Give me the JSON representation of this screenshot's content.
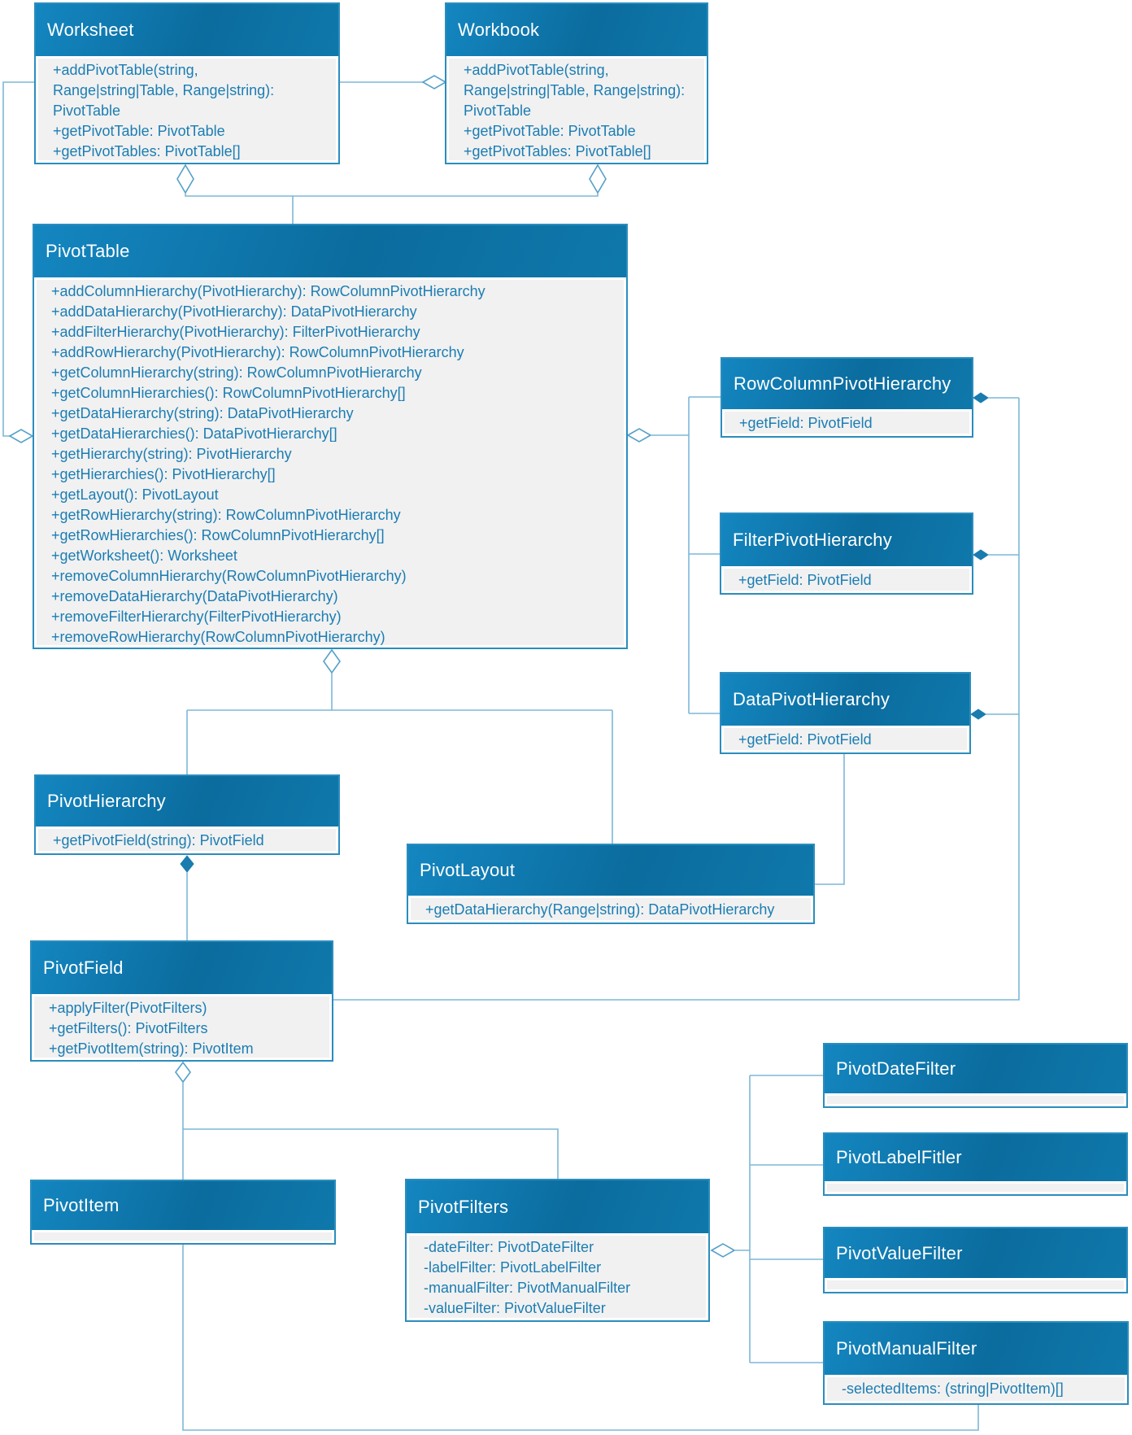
{
  "diagram_type": "uml-class-diagram",
  "colors": {
    "header_gradient_start": "#1486c0",
    "header_gradient_end": "#0f78ab",
    "box_border": "#2b8dbd",
    "body_background": "#f1f1f1",
    "member_text": "#1b7db3",
    "title_text": "#ffffff",
    "connector": "#7db7d7",
    "composition_diamond_fill": "#1a7cae",
    "aggregation_diamond_fill": "#ffffff"
  },
  "classes": {
    "worksheet": {
      "name": "Worksheet",
      "members": [
        "+addPivotTable(string,",
        "Range|string|Table, Range|string):",
        "PivotTable",
        "+getPivotTable: PivotTable",
        "+getPivotTables: PivotTable[]"
      ]
    },
    "workbook": {
      "name": "Workbook",
      "members": [
        "+addPivotTable(string,",
        "Range|string|Table, Range|string):",
        "PivotTable",
        "+getPivotTable: PivotTable",
        "+getPivotTables: PivotTable[]"
      ]
    },
    "pivot_table": {
      "name": "PivotTable",
      "members": [
        "+addColumnHierarchy(PivotHierarchy): RowColumnPivotHierarchy",
        "+addDataHierarchy(PivotHierarchy): DataPivotHierarchy",
        "+addFilterHierarchy(PivotHierarchy): FilterPivotHierarchy",
        "+addRowHierarchy(PivotHierarchy): RowColumnPivotHierarchy",
        "+getColumnHierarchy(string): RowColumnPivotHierarchy",
        "+getColumnHierarchies(): RowColumnPivotHierarchy[]",
        "+getDataHierarchy(string): DataPivotHierarchy",
        "+getDataHierarchies(): DataPivotHierarchy[]",
        "+getHierarchy(string): PivotHierarchy",
        "+getHierarchies(): PivotHierarchy[]",
        "+getLayout(): PivotLayout",
        "+getRowHierarchy(string): RowColumnPivotHierarchy",
        "+getRowHierarchies(): RowColumnPivotHierarchy[]",
        "+getWorksheet(): Worksheet",
        "+removeColumnHierarchy(RowColumnPivotHierarchy)",
        "+removeDataHierarchy(DataPivotHierarchy)",
        "+removeFilterHierarchy(FilterPivotHierarchy)",
        "+removeRowHierarchy(RowColumnPivotHierarchy)"
      ]
    },
    "row_column_pivot_hierarchy": {
      "name": "RowColumnPivotHierarchy",
      "members": [
        "+getField: PivotField"
      ]
    },
    "filter_pivot_hierarchy": {
      "name": "FilterPivotHierarchy",
      "members": [
        "+getField: PivotField"
      ]
    },
    "data_pivot_hierarchy": {
      "name": "DataPivotHierarchy",
      "members": [
        "+getField: PivotField"
      ]
    },
    "pivot_hierarchy": {
      "name": "PivotHierarchy",
      "members": [
        "+getPivotField(string): PivotField"
      ]
    },
    "pivot_layout": {
      "name": "PivotLayout",
      "members": [
        "+getDataHierarchy(Range|string): DataPivotHierarchy"
      ]
    },
    "pivot_field": {
      "name": "PivotField",
      "members": [
        "+applyFilter(PivotFilters)",
        "+getFilters(): PivotFilters",
        "+getPivotItem(string): PivotItem"
      ]
    },
    "pivot_item": {
      "name": "PivotItem",
      "members": []
    },
    "pivot_filters": {
      "name": "PivotFilters",
      "members": [
        "-dateFilter: PivotDateFilter",
        "-labelFilter: PivotLabelFilter",
        "-manualFilter: PivotManualFilter",
        "-valueFilter: PivotValueFilter"
      ]
    },
    "pivot_date_filter": {
      "name": "PivotDateFilter",
      "members": []
    },
    "pivot_label_fitler": {
      "name": "PivotLabelFitler",
      "members": []
    },
    "pivot_value_filter": {
      "name": "PivotValueFilter",
      "members": []
    },
    "pivot_manual_filter": {
      "name": "PivotManualFilter",
      "members": [
        "-selectedItems: (string|PivotItem)[]"
      ]
    }
  },
  "relationships": [
    {
      "from": "Workbook",
      "to": "Worksheet",
      "type": "aggregation",
      "diamond_at": "Workbook"
    },
    {
      "from": "Worksheet",
      "to": "PivotTable",
      "type": "aggregation",
      "diamond_at": "Worksheet"
    },
    {
      "from": "Workbook",
      "to": "PivotTable",
      "type": "aggregation",
      "diamond_at": "Workbook"
    },
    {
      "from": "PivotTable",
      "to": "Worksheet",
      "type": "aggregation",
      "diamond_at": "PivotTable"
    },
    {
      "from": "PivotTable",
      "to": "RowColumnPivotHierarchy",
      "type": "aggregation",
      "diamond_at": "PivotTable"
    },
    {
      "from": "PivotTable",
      "to": "FilterPivotHierarchy",
      "type": "aggregation",
      "diamond_at": "PivotTable"
    },
    {
      "from": "PivotTable",
      "to": "DataPivotHierarchy",
      "type": "aggregation",
      "diamond_at": "PivotTable"
    },
    {
      "from": "PivotTable",
      "to": "PivotHierarchy",
      "type": "aggregation",
      "diamond_at": "PivotTable"
    },
    {
      "from": "PivotTable",
      "to": "PivotLayout",
      "type": "aggregation",
      "diamond_at": "PivotTable"
    },
    {
      "from": "RowColumnPivotHierarchy",
      "to": "PivotField",
      "type": "composition",
      "diamond_at": "RowColumnPivotHierarchy"
    },
    {
      "from": "FilterPivotHierarchy",
      "to": "PivotField",
      "type": "composition",
      "diamond_at": "FilterPivotHierarchy"
    },
    {
      "from": "DataPivotHierarchy",
      "to": "PivotField",
      "type": "composition",
      "diamond_at": "DataPivotHierarchy"
    },
    {
      "from": "PivotLayout",
      "to": "DataPivotHierarchy",
      "type": "association"
    },
    {
      "from": "PivotHierarchy",
      "to": "PivotField",
      "type": "composition",
      "diamond_at": "PivotHierarchy"
    },
    {
      "from": "PivotField",
      "to": "PivotItem",
      "type": "aggregation",
      "diamond_at": "PivotField"
    },
    {
      "from": "PivotField",
      "to": "PivotFilters",
      "type": "aggregation",
      "diamond_at": "PivotField"
    },
    {
      "from": "PivotFilters",
      "to": "PivotDateFilter",
      "type": "aggregation",
      "diamond_at": "PivotFilters"
    },
    {
      "from": "PivotFilters",
      "to": "PivotLabelFitler",
      "type": "aggregation",
      "diamond_at": "PivotFilters"
    },
    {
      "from": "PivotFilters",
      "to": "PivotValueFilter",
      "type": "aggregation",
      "diamond_at": "PivotFilters"
    },
    {
      "from": "PivotFilters",
      "to": "PivotManualFilter",
      "type": "aggregation",
      "diamond_at": "PivotFilters"
    },
    {
      "from": "PivotItem",
      "to": "PivotManualFilter",
      "type": "association"
    }
  ]
}
